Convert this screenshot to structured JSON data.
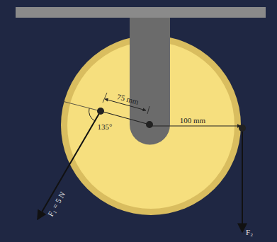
{
  "diagram": {
    "labels": [
      "75 mm",
      "100 mm",
      "135°",
      "F₁ = 5 N",
      "F₂"
    ]
  }
}
